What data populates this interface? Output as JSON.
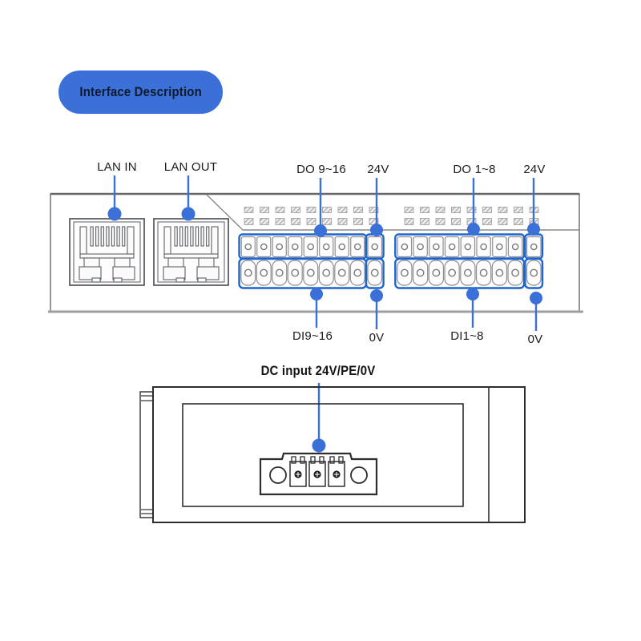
{
  "button": {
    "label": "Interface Description"
  },
  "colors": {
    "accent": "#3a70d8",
    "terminal_outline": "#1d64cf",
    "panel_line": "#7d7d7d",
    "dark_line": "#2e2e2e"
  },
  "top_device": {
    "annotations_top": [
      {
        "id": "lan-in",
        "label": "LAN IN"
      },
      {
        "id": "lan-out",
        "label": "LAN OUT"
      },
      {
        "id": "do-9-16",
        "label": "DO 9~16"
      },
      {
        "id": "v24-left",
        "label": "24V"
      },
      {
        "id": "do-1-8",
        "label": "DO 1~8"
      },
      {
        "id": "v24-right",
        "label": "24V"
      }
    ],
    "annotations_bottom": [
      {
        "id": "di-9-16",
        "label": "DI9~16"
      },
      {
        "id": "v0-left",
        "label": "0V"
      },
      {
        "id": "di-1-8",
        "label": "DI1~8"
      },
      {
        "id": "v0-right",
        "label": "0V"
      }
    ],
    "ports": [
      "LAN IN",
      "LAN OUT"
    ],
    "terminal_groups": [
      {
        "name": "left",
        "do_count": 8,
        "di_count": 8,
        "extra_top": "24V",
        "extra_bottom": "0V"
      },
      {
        "name": "right",
        "do_count": 8,
        "di_count": 8,
        "extra_top": "24V",
        "extra_bottom": "0V"
      }
    ]
  },
  "bottom_device": {
    "annotation": {
      "id": "dc-input",
      "label": "DC input 24V/PE/0V"
    },
    "connector_pins": 3
  }
}
